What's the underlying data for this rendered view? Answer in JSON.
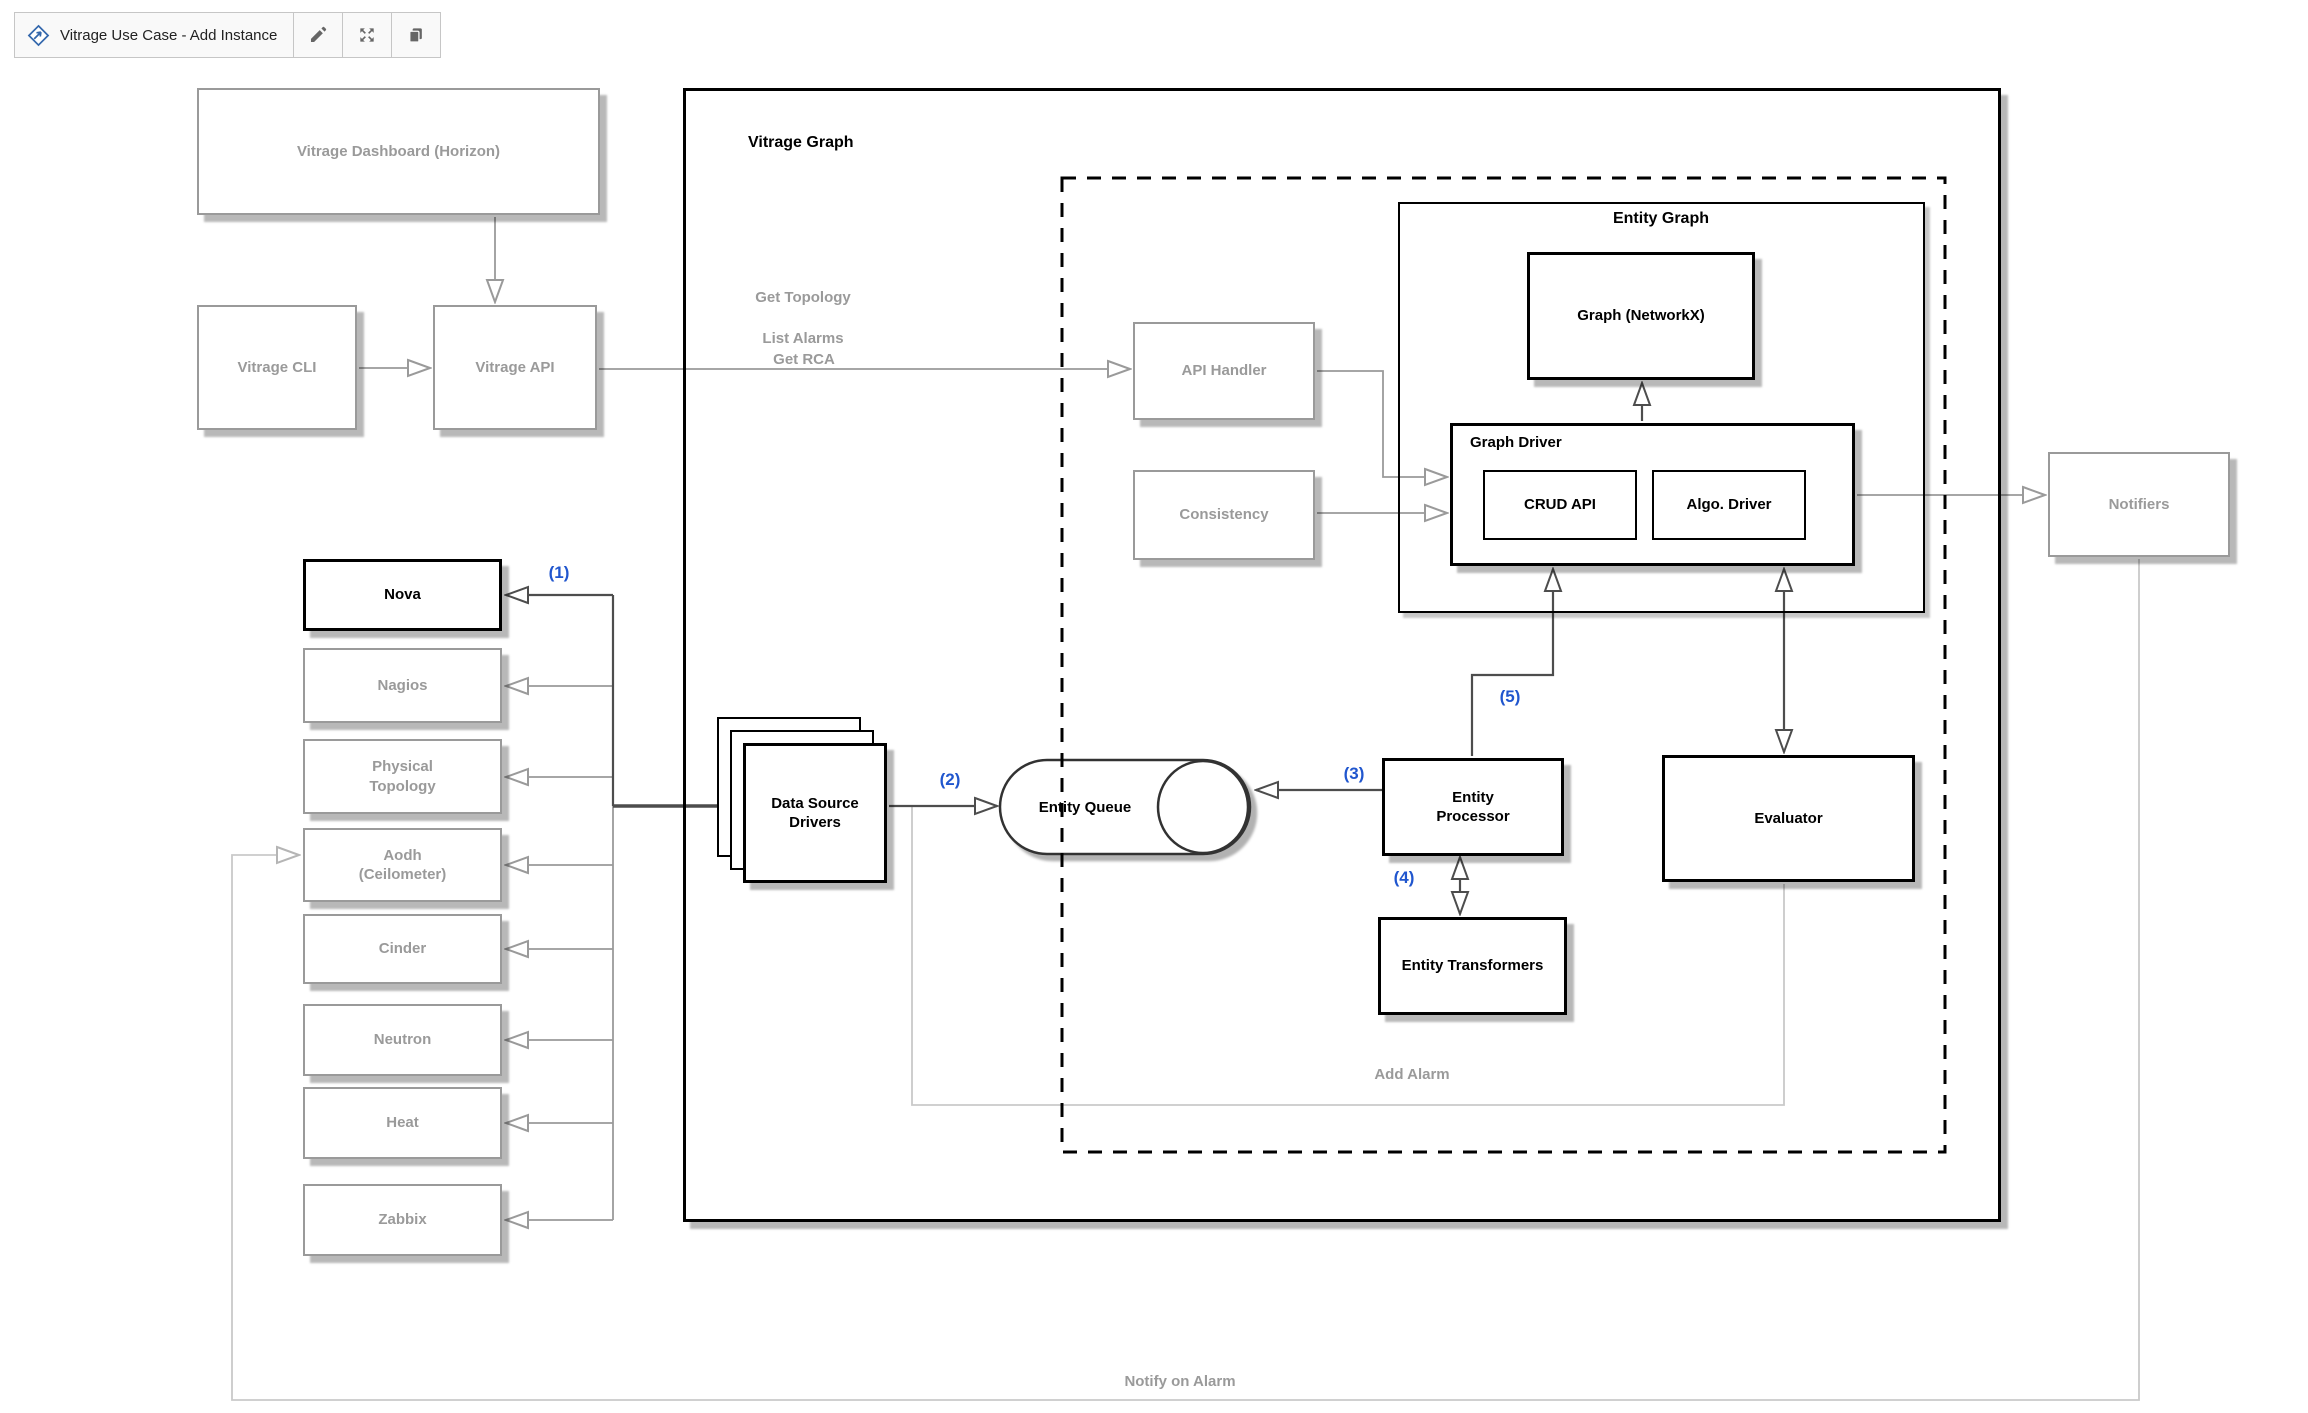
{
  "toolbar": {
    "title": "Vitrage Use Case - Add Instance",
    "logo_icon": "diagram-logo-icon",
    "buttons": [
      {
        "name": "edit",
        "icon": "pencil-icon"
      },
      {
        "name": "fullscreen",
        "icon": "fullscreen-arrows-icon"
      },
      {
        "name": "copy",
        "icon": "copy-icon"
      }
    ]
  },
  "colors": {
    "accent_blue": "#2056ce",
    "gray_stroke": "#9a9a9a",
    "dark_stroke": "#4d4d4d",
    "light_stroke": "#b5b5b5",
    "black": "#000000",
    "toolbar_bg": "#f9f9f9"
  },
  "diagram": {
    "containers": {
      "vitrage_graph": "Vitrage Graph",
      "entity_graph": "Entity Graph",
      "graph_driver": "Graph Driver"
    },
    "nodes": {
      "dashboard": "Vitrage Dashboard (Horizon)",
      "cli": "Vitrage CLI",
      "api": "Vitrage API",
      "api_handler": "API Handler",
      "consistency": "Consistency",
      "networkx": "Graph (NetworkX)",
      "crud_api": "CRUD API",
      "algo_driver": "Algo. Driver",
      "notifiers": "Notifiers",
      "nova": "Nova",
      "nagios": "Nagios",
      "physical_topology": "Physical Topology",
      "aodh": "Aodh (Ceilometer)",
      "cinder": "Cinder",
      "neutron": "Neutron",
      "heat": "Heat",
      "zabbix": "Zabbix",
      "data_source_drivers": "Data Source Drivers",
      "entity_queue": "Entity Queue",
      "entity_processor": "Entity Processor",
      "entity_transformers": "Entity Transformers",
      "evaluator": "Evaluator"
    },
    "flow_labels": {
      "get_topology": "Get Topology",
      "list_alarms": "List Alarms",
      "get_rca": "Get RCA",
      "add_alarm": "Add Alarm",
      "notify_on_alarm": "Notify on Alarm"
    },
    "steps": {
      "s1": "(1)",
      "s2": "(2)",
      "s3": "(3)",
      "s4": "(4)",
      "s5": "(5)"
    }
  }
}
